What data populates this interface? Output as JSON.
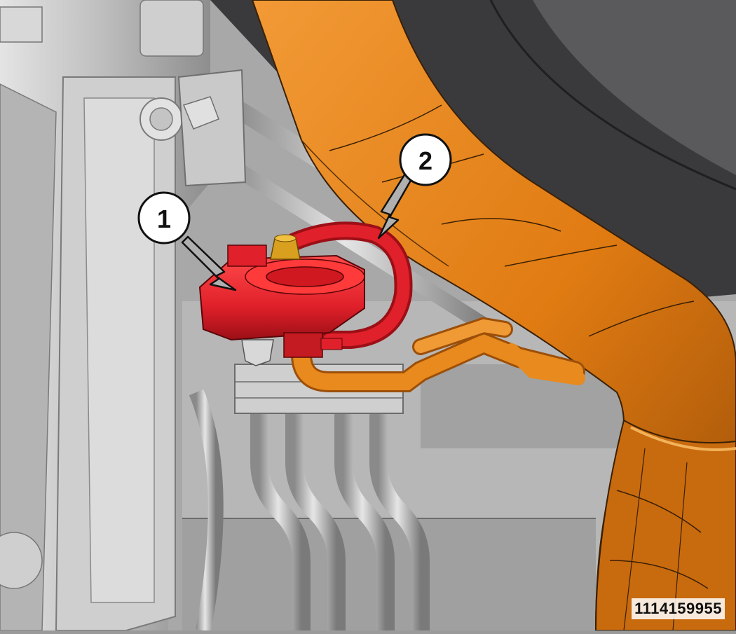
{
  "figure": {
    "id": "1114159955"
  },
  "callouts": [
    {
      "label": "1",
      "part": "red-clamp-assembly"
    },
    {
      "label": "2",
      "part": "red-hose-loop"
    }
  ],
  "colors": {
    "background": "#9a9a9a",
    "engine_gray": "#c7c7c7",
    "engine_dark": "#7d7d7d",
    "dark_panel": "#3a3a3c",
    "orange_tube": "#e07b12",
    "orange_shadow": "#a9550a",
    "red_part": "#e0202a",
    "red_shadow": "#9c0f16",
    "gold_fitting": "#d9a020",
    "callout_fill": "#ffffff",
    "callout_stroke": "#111111",
    "arrow_fill": "#b0b0b0"
  },
  "icons": [
    "arrow-icon"
  ]
}
